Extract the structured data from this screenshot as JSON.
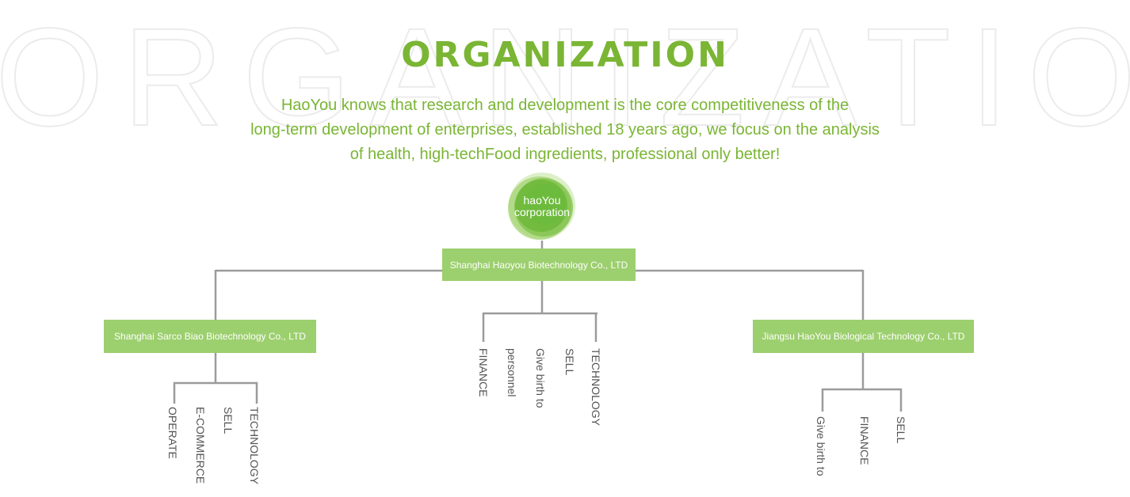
{
  "background_word": "ORGANIZATION",
  "title": "ORGANIZATION",
  "intro": {
    "line1": "HaoYou knows that research and development is the core competitiveness of the",
    "line2": "long-term development of enterprises, established 18 years ago, we focus on the analysis",
    "line3": "of health, high-techFood ingredients, professional only better!"
  },
  "logo": {
    "line1": "haoYou",
    "line2": "corporation"
  },
  "companies": {
    "main": "Shanghai Haoyou Biotechnology Co., LTD",
    "left": "Shanghai Sarco Biao Biotechnology Co., LTD",
    "right": "Jiangsu HaoYou Biological Technology Co., LTD"
  },
  "departments": {
    "left": [
      "OPERATE",
      "E-COMMERCE",
      "SELL",
      "TECHNOLOGY"
    ],
    "center": [
      "FINANCE",
      "personnel",
      "Give birth to",
      "SELL",
      "TECHNOLOGY"
    ],
    "right": [
      "Give birth to",
      "FINANCE",
      "SELL"
    ]
  },
  "colors": {
    "accent_green": "#7ab534",
    "box_green": "#9ccf6e",
    "line_gray": "#9b9b9b"
  }
}
